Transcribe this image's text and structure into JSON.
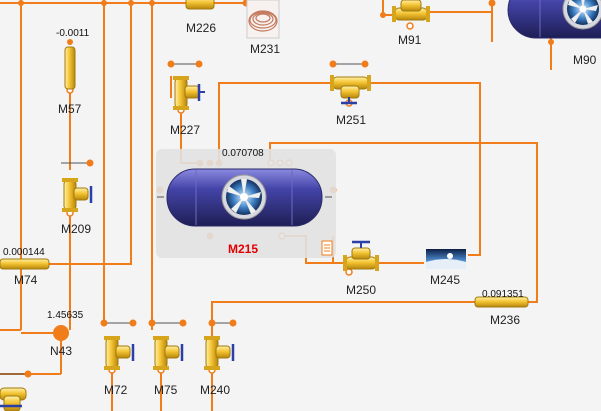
{
  "colors": {
    "pipe": "#f07d1a",
    "valve": "#f2c230",
    "tank": "#3a3a8c",
    "selection": "#e2e2e2",
    "accent_label": "#e00000"
  },
  "labels": {
    "m226": "M226",
    "m231": "M231",
    "m91": "M91",
    "m90": "M90",
    "m57": "M57",
    "m227": "M227",
    "m251": "M251",
    "m209": "M209",
    "m215": "M215",
    "m74": "M74",
    "m250": "M250",
    "m245": "M245",
    "m236": "M236",
    "n43": "N43",
    "m72": "M72",
    "m75": "M75",
    "m240": "M240"
  },
  "values": {
    "m57": "-0.0011",
    "m215": "0.070708",
    "m74": "0.000144",
    "n43": "1.45635",
    "m236": "0.091351"
  },
  "icons": {
    "tank": "horizontal-tank-icon",
    "valve": "valve-icon",
    "coil": "heat-exchanger-coil-icon",
    "flow_meter": "flow-meter-icon",
    "node": "node-icon",
    "image_block": "landscape-image-icon"
  }
}
